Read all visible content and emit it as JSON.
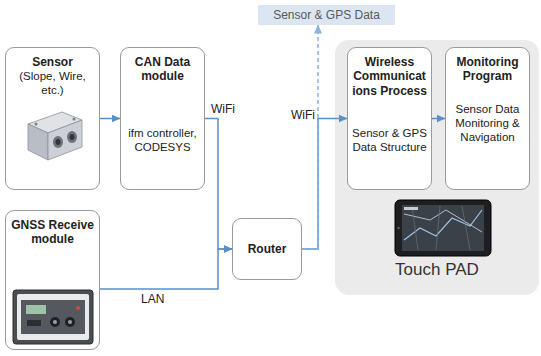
{
  "diagram": {
    "nodes": [
      {
        "text": [
          "Sensor & GPS Data"
        ]
      },
      {
        "text": [
          "Sensor",
          "(Slope, Wire, etc.)"
        ]
      },
      {
        "text": [
          "CAN Data module",
          "ifm controller, CODESYS"
        ]
      },
      {
        "text": [
          "Touch PAD"
        ]
      },
      {
        "text": [
          "Wireless Communications Process",
          "Sensor & GPS Data Structure"
        ],
        "in": 3
      },
      {
        "text": [
          "Monitoring Program",
          "Sensor Data Monitoring & Navigation"
        ],
        "in": 3
      },
      {
        "text": [
          "GNSS Receive module"
        ]
      },
      {
        "text": [
          "Router"
        ]
      }
    ],
    "edges": [
      {
        "from": 1,
        "to": 2,
        "arrow": "to"
      },
      {
        "from": 2,
        "to": 7,
        "arrow": "to",
        "label": "WiFi"
      },
      {
        "from": 6,
        "to": 7,
        "arrow": "to",
        "label": "LAN"
      },
      {
        "from": 7,
        "to": 4,
        "arrow": "to",
        "label": "WiFi"
      },
      {
        "from": 4,
        "to": 5,
        "arrow": "to"
      },
      {
        "from": 7,
        "to": 0,
        "arrow": "to"
      }
    ]
  }
}
